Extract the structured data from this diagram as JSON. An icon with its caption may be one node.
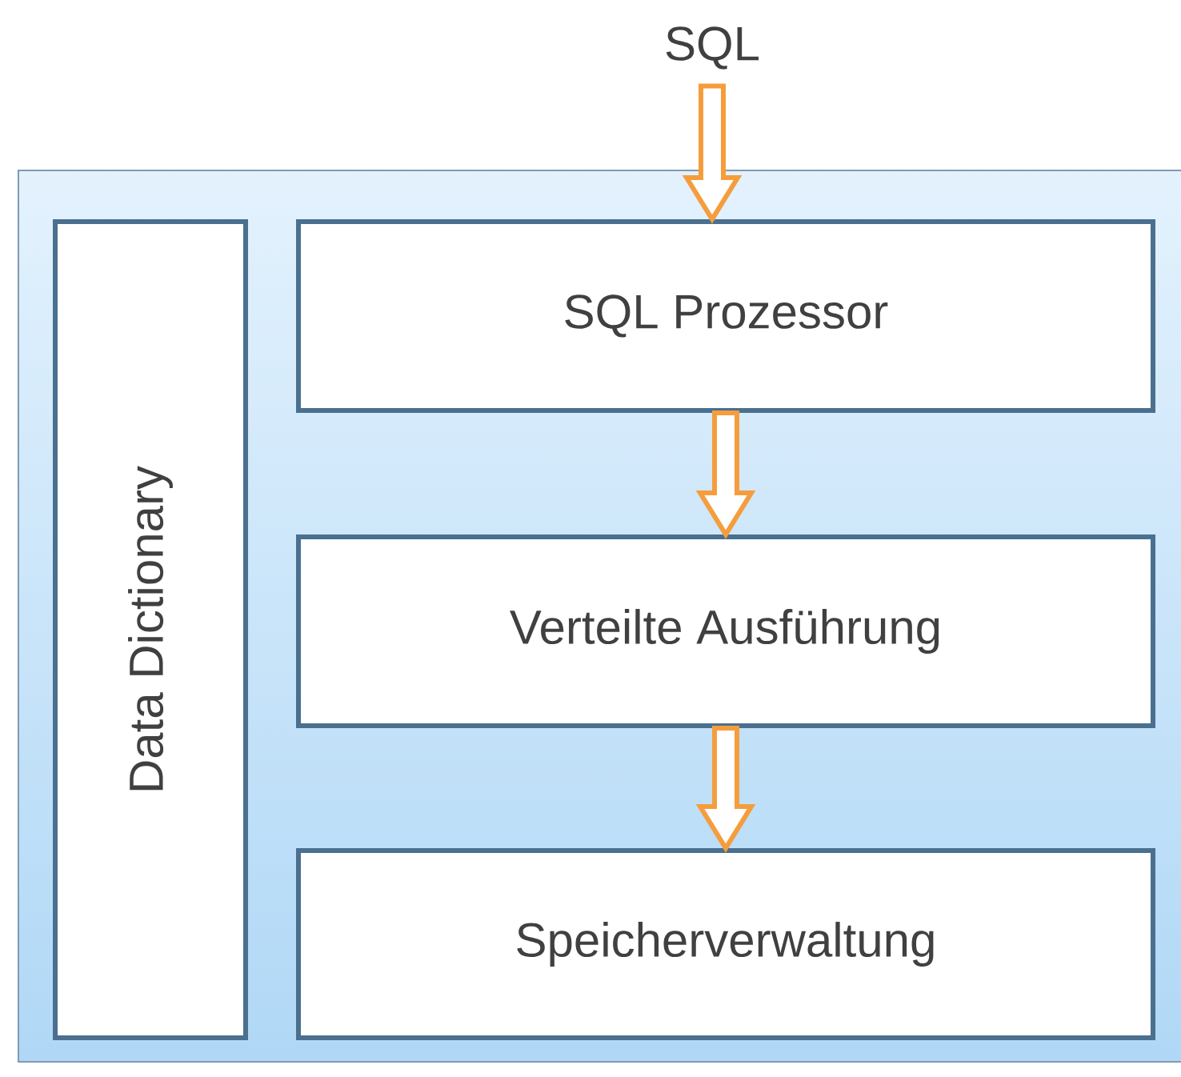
{
  "diagram": {
    "nodes": [
      {
        "text": [],
        "shape": "box"
      },
      {
        "text": [
          "SQL"
        ]
      },
      {
        "text": [
          "Data Dictionary"
        ],
        "in": 0
      },
      {
        "text": [
          "SQL Prozessor"
        ],
        "in": 0
      },
      {
        "text": [
          "Verteilte Ausführung"
        ],
        "in": 0
      },
      {
        "text": [
          "Speicherverwaltung"
        ],
        "in": 0
      }
    ],
    "edges": [
      {
        "from": 1,
        "to": 3,
        "arrow": "to"
      },
      {
        "from": 3,
        "to": 4,
        "arrow": "to"
      },
      {
        "from": 4,
        "to": 5,
        "arrow": "to"
      }
    ]
  }
}
